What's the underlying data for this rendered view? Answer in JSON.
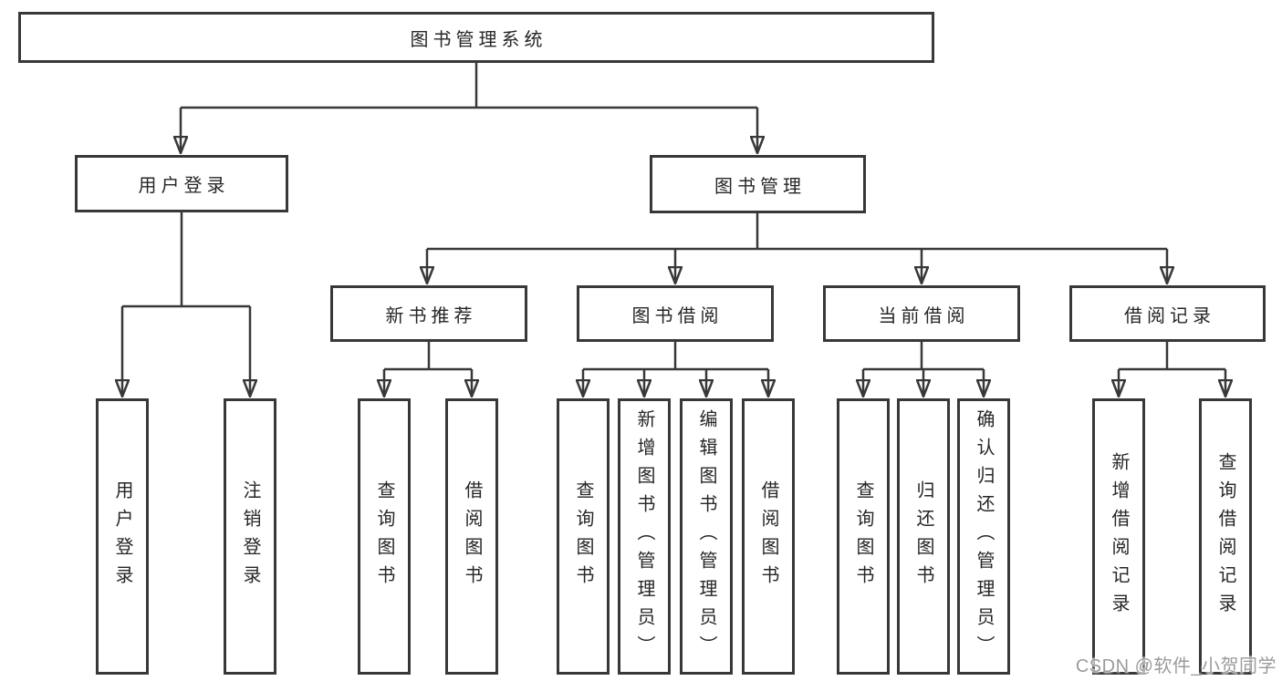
{
  "tree": {
    "root": {
      "label": "图书管理系统",
      "children": [
        {
          "label": "用户登录",
          "children": [
            {
              "label": "用户登录"
            },
            {
              "label": "注销登录"
            }
          ]
        },
        {
          "label": "图书管理",
          "children": [
            {
              "label": "新书推荐",
              "children": [
                {
                  "label": "查询图书"
                },
                {
                  "label": "借阅图书"
                }
              ]
            },
            {
              "label": "图书借阅",
              "children": [
                {
                  "label": "查询图书"
                },
                {
                  "label": "新增图书（管理员）"
                },
                {
                  "label": "编辑图书（管理员）"
                },
                {
                  "label": "借阅图书"
                }
              ]
            },
            {
              "label": "当前借阅",
              "children": [
                {
                  "label": "查询图书"
                },
                {
                  "label": "归还图书"
                },
                {
                  "label": "确认归还（管理员）"
                }
              ]
            },
            {
              "label": "借阅记录",
              "children": [
                {
                  "label": "新增借阅记录"
                },
                {
                  "label": "查询借阅记录"
                }
              ]
            }
          ]
        }
      ]
    }
  },
  "watermark": {
    "text": "CSDN @软件_小贺同学"
  },
  "colors": {
    "line": "#383838",
    "box_border": "#383838",
    "text": "#262626",
    "watermark": "#9b9b9b",
    "background": "#ffffff"
  }
}
